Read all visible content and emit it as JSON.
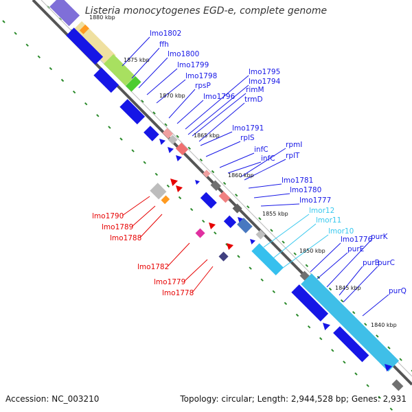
{
  "title": "Listeria monocytogenes EGD-e, complete genome",
  "footer": {
    "accession": "Accession: NC_003210",
    "info": "Topology: circular; Length: 2,944,528 bp; Genes: 2,931"
  },
  "colors": {
    "backbone": "#7f7f7f",
    "cds": "#1616e6",
    "rna": "#36c8ee",
    "reverse_label": "#e60000",
    "dots": "#2a8a2a"
  },
  "kbp_ticks": [
    "1880 kbp",
    "1875 kbp",
    "1870 kbp",
    "1865 kbp",
    "1860 kbp",
    "1855 kbp",
    "1850 kbp",
    "1845 kbp",
    "1840 kbp"
  ],
  "labels_forward": [
    "lmo1802",
    "ffh",
    "lmo1800",
    "lmo1799",
    "lmo1798",
    "rpsP",
    "lmo1796",
    "lmo1795",
    "lmo1794",
    "rimM",
    "trmD",
    "lmo1791",
    "rplS",
    "infC",
    "infC",
    "rpmI",
    "rplT",
    "lmo1781",
    "lmo1780",
    "lmo1777",
    "lmo1776",
    "purE",
    "purK",
    "purB",
    "purC",
    "purQ"
  ],
  "labels_rna": [
    "lmor12",
    "lmor11",
    "lmor10"
  ],
  "labels_reverse": [
    "lmo1790",
    "lmo1789",
    "lmo1788",
    "lmo1782",
    "lmo1779",
    "lmo1778"
  ]
}
